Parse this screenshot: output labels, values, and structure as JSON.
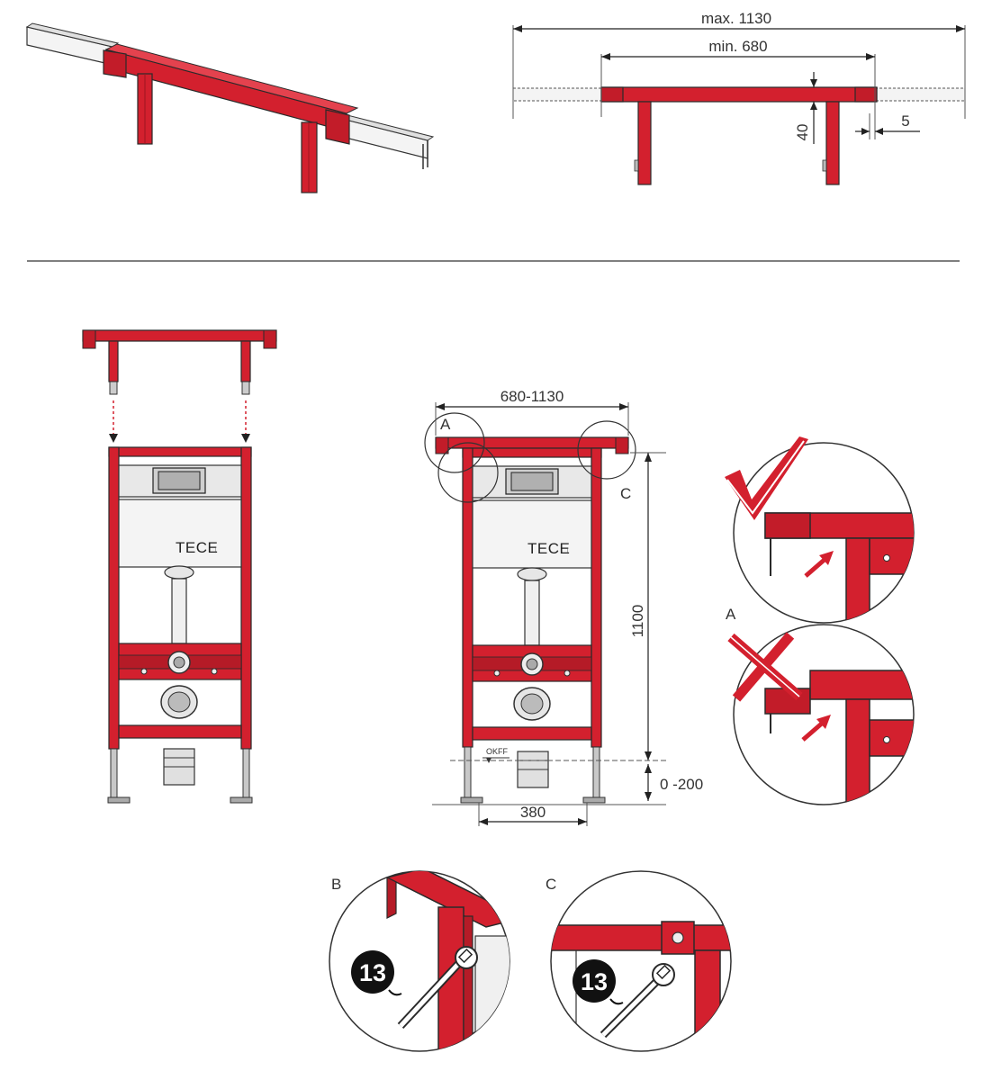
{
  "colors": {
    "frame_red": "#d3202e",
    "frame_red_dark": "#9c1520",
    "outline": "#2a2a2a",
    "cistern_grey": "#f2f2f2",
    "metal_grey": "#b8b8b8",
    "check_red": "#d3202e",
    "badge_black": "#111111"
  },
  "top_section": {
    "dimensions": {
      "max_label": "max. 1130",
      "min_label": "min. 680",
      "height_label": "40",
      "offset_label": "5"
    }
  },
  "frame_left": {
    "brand": "TECE"
  },
  "frame_center": {
    "brand": "TECE",
    "width_label": "680-1130",
    "height_label": "1100",
    "adjust_label": "0 -200",
    "foot_spacing_label": "380",
    "okff_label": "OKFF",
    "callout_a": "A",
    "callout_c": "C"
  },
  "detail_a": {
    "label": "A",
    "correct_icon": "checkmark-icon",
    "wrong_icon": "cross-icon"
  },
  "detail_b": {
    "label": "B",
    "wrench_size": "13",
    "icon": "wrench-icon"
  },
  "detail_c": {
    "label": "C",
    "wrench_size": "13",
    "icon": "wrench-icon"
  }
}
